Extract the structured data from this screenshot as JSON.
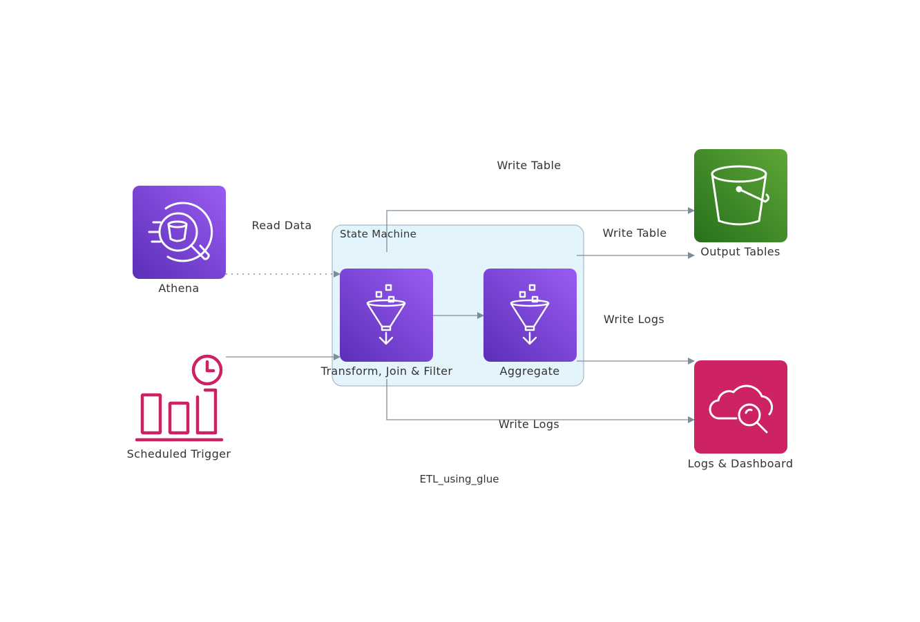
{
  "diagram": {
    "caption": "ETL_using_glue",
    "cluster": {
      "label": "State Machine",
      "fill": "#e3f4fc",
      "stroke": "#a8b8c6"
    },
    "nodes": {
      "athena": {
        "label": "Athena",
        "icon": "athena-icon",
        "color_top": "#9a5cf2",
        "color_bottom": "#5b2fb8"
      },
      "trigger": {
        "label": "Scheduled Trigger",
        "icon": "scheduled-trigger-icon",
        "color": "#cc2264"
      },
      "transform": {
        "label": "Transform, Join & Filter",
        "icon": "glue-funnel-icon",
        "color_top": "#9a5cf2",
        "color_bottom": "#5b2fb8"
      },
      "aggregate": {
        "label": "Aggregate",
        "icon": "glue-funnel-icon",
        "color_top": "#9a5cf2",
        "color_bottom": "#5b2fb8"
      },
      "output": {
        "label": "Output Tables",
        "icon": "s3-bucket-icon",
        "color_top": "#5fa637",
        "color_bottom": "#27711c"
      },
      "logs": {
        "label": "Logs & Dashboard",
        "icon": "cloudwatch-icon",
        "color": "#cd2264"
      }
    },
    "edges": {
      "read_data": {
        "label": "Read Data",
        "style": "dotted"
      },
      "write_table_top": {
        "label": "Write Table"
      },
      "write_table_mid": {
        "label": "Write Table"
      },
      "write_logs_mid": {
        "label": "Write Logs"
      },
      "write_logs_bottom": {
        "label": "Write Logs"
      }
    },
    "edge_color": "#7f8c99"
  }
}
